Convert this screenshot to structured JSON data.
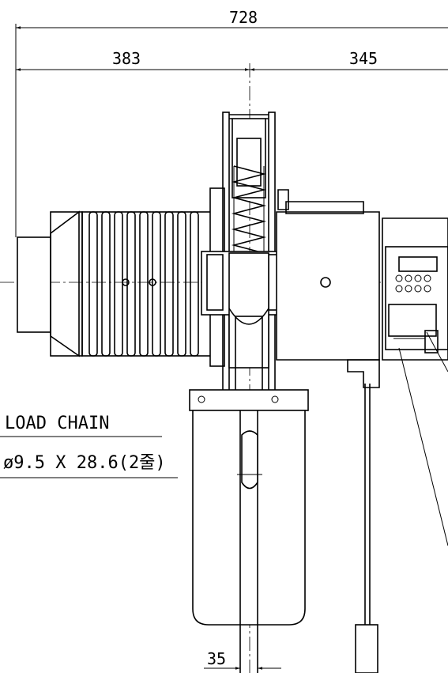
{
  "dimensions": {
    "overall": "728",
    "left": "383",
    "right": "345",
    "bottom": "35"
  },
  "labels": {
    "chain_title": "LOAD CHAIN",
    "chain_spec": "ø9.5 X 28.6(2줄)"
  },
  "controller": {
    "display_text": "",
    "buttons": 8
  }
}
